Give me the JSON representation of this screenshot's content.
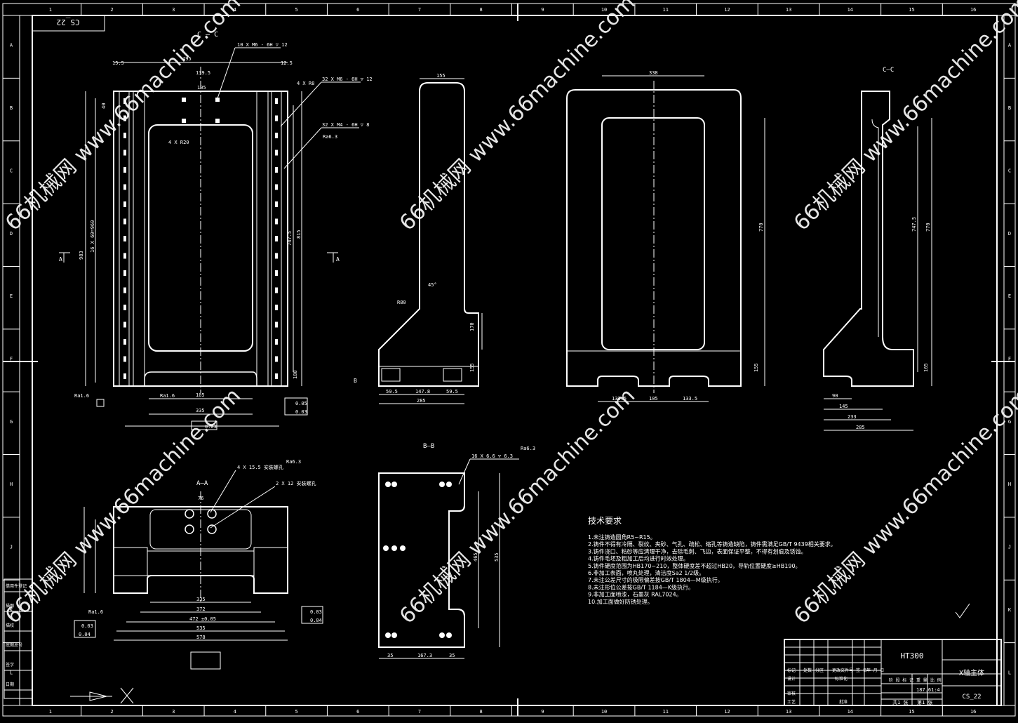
{
  "drawing": {
    "drawing_no_corner": "CS_22",
    "material": "HT300",
    "part_name": "X轴主体",
    "drawing_no": "CS_22",
    "scale": "1:4",
    "weight": "187.6",
    "sheet_total": "共1 张",
    "sheet_no": "第1 张",
    "tb_labels": [
      "阶 段 标 记",
      "重 量",
      "比 例",
      "标记",
      "处数",
      "分区",
      "更改文件号",
      "签 名",
      "年 月 日",
      "设计",
      "标准化",
      "审核",
      "工艺",
      "批准"
    ]
  },
  "grid": {
    "cols": [
      "1",
      "2",
      "3",
      "4",
      "5",
      "6",
      "7",
      "8",
      "9",
      "10",
      "11",
      "12",
      "13",
      "14",
      "15",
      "16"
    ],
    "rows": [
      "A",
      "B",
      "C",
      "D",
      "E",
      "F",
      "G",
      "H",
      "J",
      "K",
      "L"
    ]
  },
  "views": {
    "cc_top": "C — C",
    "aa": "A—A",
    "bb": "B—B",
    "cc": "C—C",
    "mark_a_left": "A",
    "mark_a_right": "A",
    "mark_b": "B"
  },
  "dims": {
    "front_top": [
      "10 X  M6 - 6H ▽ 12",
      "495",
      "139.5",
      "105",
      "15.5",
      "12.5",
      "4 X R20"
    ],
    "front_right": [
      "32 X  M6 - 6H ▽ 12",
      "4 X R8",
      "32 X  M4 - 6H ▽ 8",
      "815",
      "747.5",
      "180",
      "Ra6.3"
    ],
    "front_left": [
      "983",
      "16 X 60=960",
      "40",
      "Ra1.6",
      "Ra1.6"
    ],
    "front_bottom": [
      "105",
      "335",
      "0.03",
      "0.05",
      "0.03"
    ],
    "side": [
      "155",
      "45°",
      "R80",
      "170",
      "155",
      "59.5",
      "147.8",
      "59.5",
      "285"
    ],
    "top_right": [
      "338",
      "770",
      "133.5",
      "105",
      "133.5",
      "155"
    ],
    "cc_dims": [
      "747.5",
      "770",
      "165",
      "90",
      "145",
      "233",
      "285"
    ],
    "aa_dims": [
      "4 X  15.5 安装螺孔",
      "Ra6.3",
      "2 X  12 安装螺孔",
      "76",
      "335",
      "372",
      "472 ±0.05",
      "535",
      "578",
      "Ra1.6",
      "0.03",
      "0.04",
      "0.03",
      "0.04"
    ],
    "bb_dims": [
      "16 X  6.6 ▽ 6.3",
      "Ra6.3",
      "465",
      "535",
      "35",
      "167.3",
      "35"
    ]
  },
  "notes": {
    "title": "技术要求",
    "lines": [
      "1.未注铸造圆角R5~R15。",
      "2.铸件不得有冷隔、裂纹、夹砂、气孔、疏松、缩孔等铸造缺陷，铸件需满足GB/T 9439相关要求。",
      "3.铸件浇口、粘砂等应清理干净，去除毛刺、飞边，表面保证平整，不得有划痕及锈蚀。",
      "4.铸件毛坯及粗加工后均进行时效处理。",
      "5.铸件硬度范围为HB170~210，整体硬度差不超过HB20，导轨位置硬度≥HB190。",
      "6.非加工表面，喷丸处理，清洁度Sa2 1/2级。",
      "7.未注公差尺寸的极限偏差按GB/T 1804—M级执行。",
      "8.未注形位公差按GB/T 1184—K级执行。",
      "9.非加工面喷漆，石墨灰 RAL7024。",
      "10.加工面做好防锈处理。"
    ]
  },
  "watermarks": [
    "66机械网 www.66machine.com",
    "66机械网 www.66machine.com",
    "66机械网 www.66machine.com",
    "66机械网 www.66machine.com",
    "66机械网 www.66machine.com",
    "66机械网 www.66machine.com"
  ],
  "side_labels": [
    "借用件登记",
    "描图",
    "描校",
    "底图总号",
    "签字",
    "日期"
  ]
}
